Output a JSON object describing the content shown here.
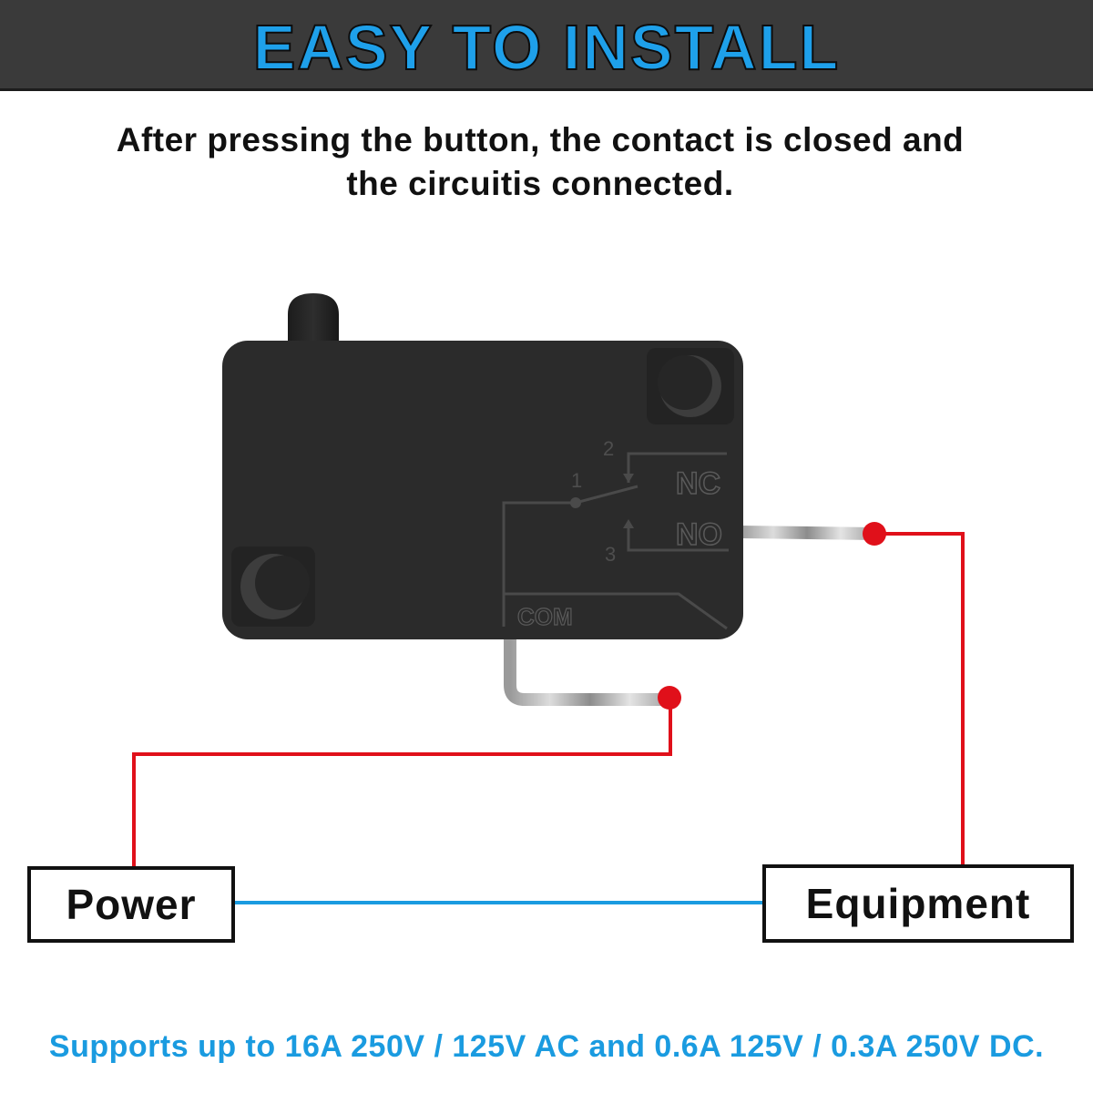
{
  "header": {
    "title": "EASY TO INSTALL",
    "accent_color": "#1ea0ea",
    "background_color": "#3a3a3a"
  },
  "instruction": {
    "line1": "After pressing the button, the contact is closed and",
    "line2": "the circuitis connected."
  },
  "switch": {
    "pin_1": "1",
    "pin_2": "2",
    "pin_3": "3",
    "label_nc": "NC",
    "label_no": "NO",
    "label_com": "COM",
    "body_color": "#2b2b2b"
  },
  "wiring": {
    "power_label": "Power",
    "equipment_label": "Equipment",
    "hot_wire_color": "#e0101a",
    "neutral_wire_color": "#1a9be0"
  },
  "footer": {
    "spec_text": "Supports up to 16A 250V / 125V AC and 0.6A 125V / 0.3A 250V DC."
  }
}
